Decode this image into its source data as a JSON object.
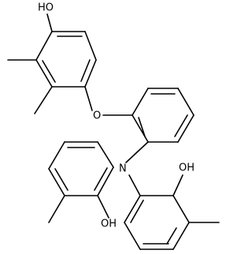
{
  "structure": {
    "atoms": {
      "oh_top": "HO",
      "ether_o": "O",
      "amine_n": "N",
      "oh_left": "OH",
      "oh_right": "OH"
    },
    "colors": {
      "bond": "#000000",
      "label": "#000000",
      "background": "#ffffff"
    }
  }
}
